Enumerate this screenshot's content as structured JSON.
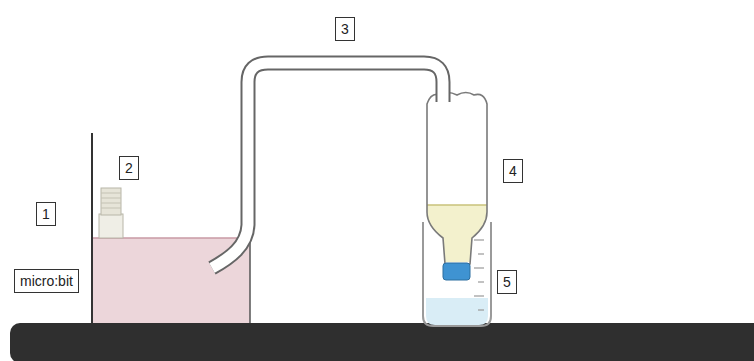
{
  "diagram": {
    "labels": [
      "1",
      "2",
      "3",
      "4",
      "5",
      "micro:bit"
    ]
  }
}
